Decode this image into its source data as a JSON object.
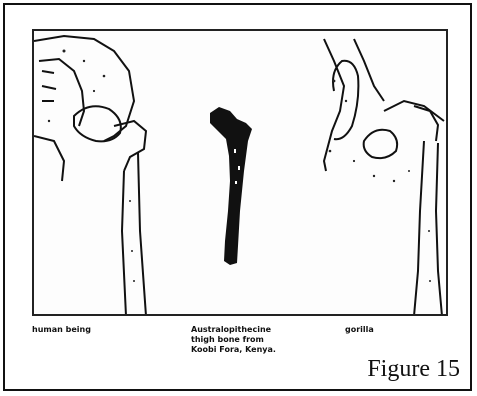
{
  "captions": {
    "human": "human being",
    "australopithecine": "Australopithecine\nthigh bone from\nKoobi Fora, Kenya.",
    "gorilla": "gorilla"
  },
  "figure_label": "Figure 15",
  "colors": {
    "ink": "#111111",
    "paper": "#ffffff"
  }
}
